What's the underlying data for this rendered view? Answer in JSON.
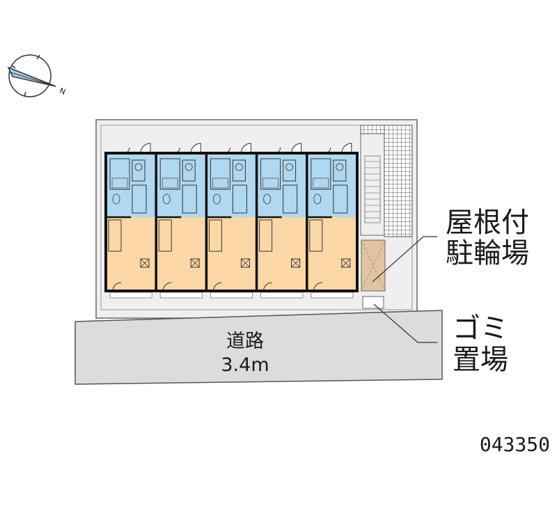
{
  "road": {
    "name": "道路",
    "width": "3.4m"
  },
  "labels": {
    "bike_parking_line1": "屋根付",
    "bike_parking_line2": "駐輪場",
    "garbage_line1": "ゴミ",
    "garbage_line2": "置場"
  },
  "property_code": "043350",
  "compass": {
    "north_label": "N"
  },
  "building": {
    "unit_count": 5
  },
  "colors": {
    "wet_area": "#b0d8f0",
    "living_room": "#fbd7a6",
    "road": "#dcdcdc",
    "lot": "#efefef",
    "bike_parking": "#e2c3a2",
    "wall": "#111111",
    "compass_fill": "#a9cfe8"
  }
}
